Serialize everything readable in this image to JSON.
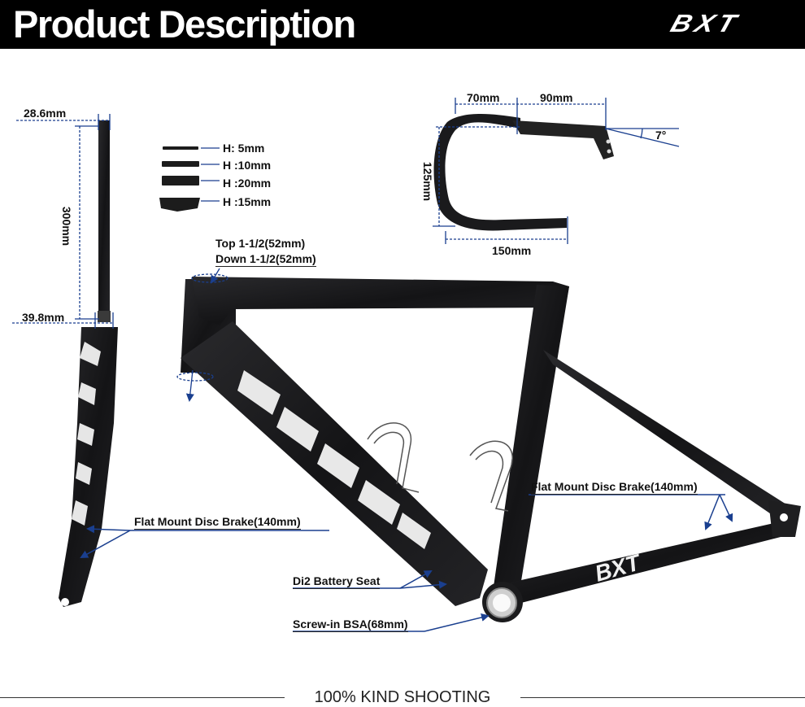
{
  "header": {
    "title": "Product Description",
    "brand": "BXT"
  },
  "fork": {
    "top_diameter": "28.6mm",
    "length": "300mm",
    "bottom_diameter": "39.8mm",
    "brake_label": "Flat Mount Disc Brake(140mm)"
  },
  "spacers": [
    {
      "label": "H: 5mm"
    },
    {
      "label": "H :10mm"
    },
    {
      "label": "H :20mm"
    },
    {
      "label": "H :15mm"
    }
  ],
  "handlebar": {
    "reach": "70mm",
    "stem": "90mm",
    "angle": "7°",
    "drop": "125mm",
    "width": "150mm"
  },
  "frame": {
    "headset_top": "Top 1-1/2(52mm)",
    "headset_down": "Down 1-1/2(52mm)",
    "rear_brake": "Flat Mount Disc Brake(140mm)",
    "di2": "Di2 Battery Seat",
    "bb": "Screw-in BSA(68mm)",
    "brand_mark": "BXT"
  },
  "footer": {
    "text": "100% KIND SHOOTING"
  },
  "colors": {
    "header_bg": "#000000",
    "arrow": "#1a3f8f",
    "carbon": "#1b1b1d"
  }
}
